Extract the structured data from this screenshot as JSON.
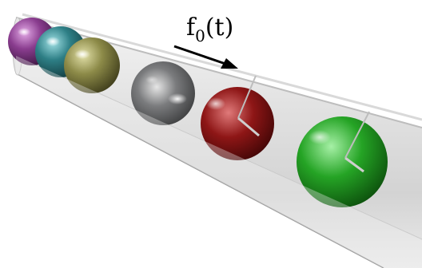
{
  "label": {
    "main": "f",
    "subscript": "0",
    "argument": "(t)"
  },
  "spheres": [
    {
      "name": "purple-sphere",
      "color": "#8a3d8f"
    },
    {
      "name": "teal-sphere",
      "color": "#2e7f86"
    },
    {
      "name": "olive-sphere",
      "color": "#8c8a48"
    },
    {
      "name": "gray-sphere",
      "color": "#6d6e70"
    },
    {
      "name": "red-sphere",
      "color": "#8e1616"
    },
    {
      "name": "green-sphere",
      "color": "#25a425"
    }
  ],
  "colors": {
    "tube": "#d7d7d7",
    "arrow": "#000000",
    "background": "#ffffff"
  }
}
